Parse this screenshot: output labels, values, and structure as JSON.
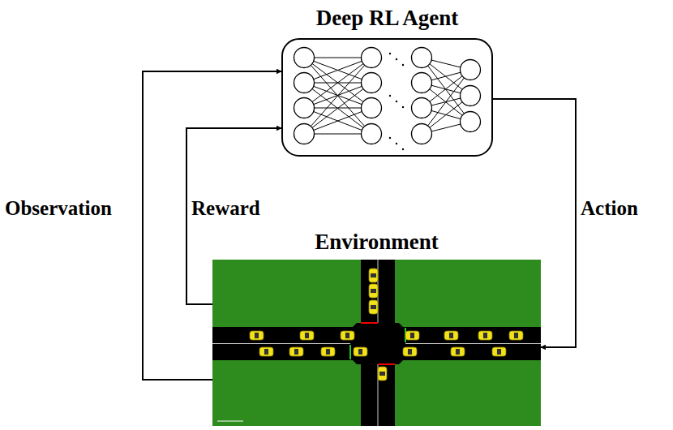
{
  "diagram": {
    "nodes": [
      {
        "text": [
          "Deep RL Agent"
        ]
      },
      {
        "text": [
          "Environment"
        ]
      }
    ],
    "edges": [
      {
        "from": 1,
        "to": 0,
        "arrow": "to",
        "label": "Observation"
      },
      {
        "from": 1,
        "to": 0,
        "arrow": "to",
        "label": "Reward"
      },
      {
        "from": 0,
        "to": 1,
        "arrow": "to",
        "label": "Action"
      }
    ]
  }
}
